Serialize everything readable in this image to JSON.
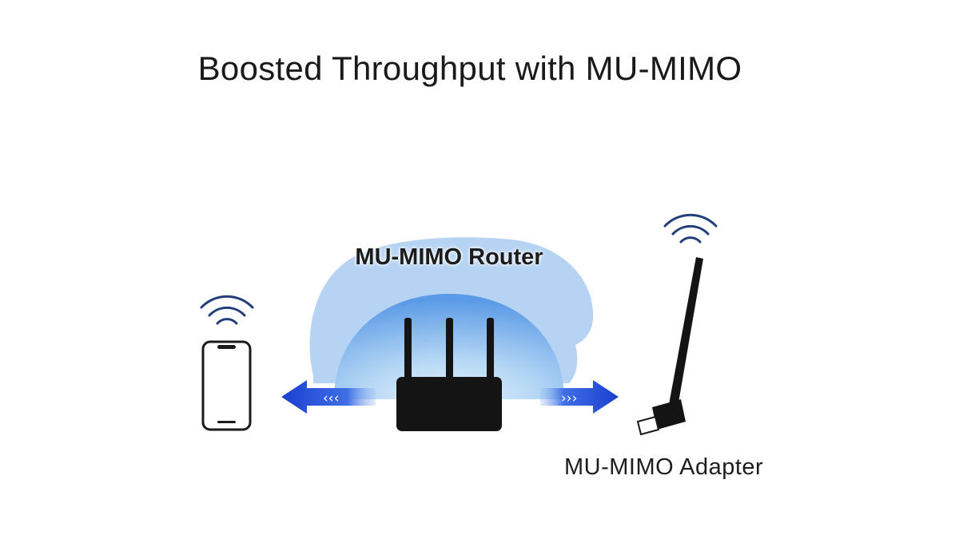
{
  "title": "Boosted Throughput with MU-MIMO",
  "nodes": {
    "router": {
      "label": "MU-MIMO Router"
    },
    "adapter": {
      "label": "MU-MIMO Adapter"
    }
  },
  "icons": [
    "smartphone-icon",
    "router-icon",
    "usb-adapter-icon",
    "wifi-signal-icon",
    "arrow-left-icon",
    "arrow-right-icon"
  ],
  "colors": {
    "coverage_blue": "#9cc9f2",
    "arrow_blue": "#1f4ed8",
    "device_black": "#141414",
    "signal_blue": "#233f7a"
  }
}
